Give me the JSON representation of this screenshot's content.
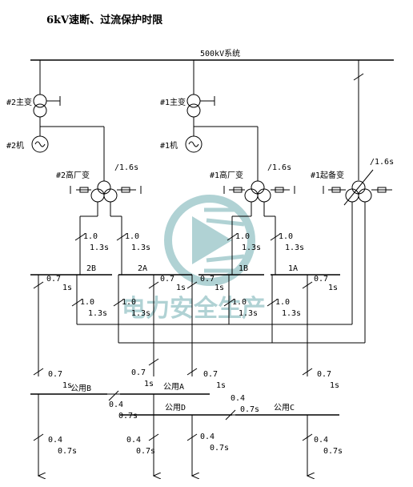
{
  "title": "6kV速断、过流保护时限",
  "system_bus": "500kV系统",
  "units": [
    {
      "transformer": "#2主变",
      "generator": "#2机"
    },
    {
      "transformer": "#1主变",
      "generator": "#1机"
    }
  ],
  "station_transformers": {
    "t2": "#2高厂变",
    "t1": "#1高厂变",
    "backup": "#1起备变",
    "time_t2": "/1.6s",
    "time_t1": "/1.6s",
    "time_backup": "/1.6s"
  },
  "buses": {
    "b2B": "2B",
    "b2A": "2A",
    "b1B": "1B",
    "b1A": "1A",
    "pubB": "公用B",
    "pubA": "公用A",
    "pubD": "公用D",
    "pubC": "公用C"
  },
  "settings": {
    "s10": "1.0",
    "s13": "1.3s",
    "s07": "0.7",
    "s1": "1s",
    "s04": "0.4",
    "s07s": "0.7s"
  },
  "watermark": "电力安全生产",
  "colors": {
    "line": "#000000",
    "watermark": "#1f7f86"
  }
}
